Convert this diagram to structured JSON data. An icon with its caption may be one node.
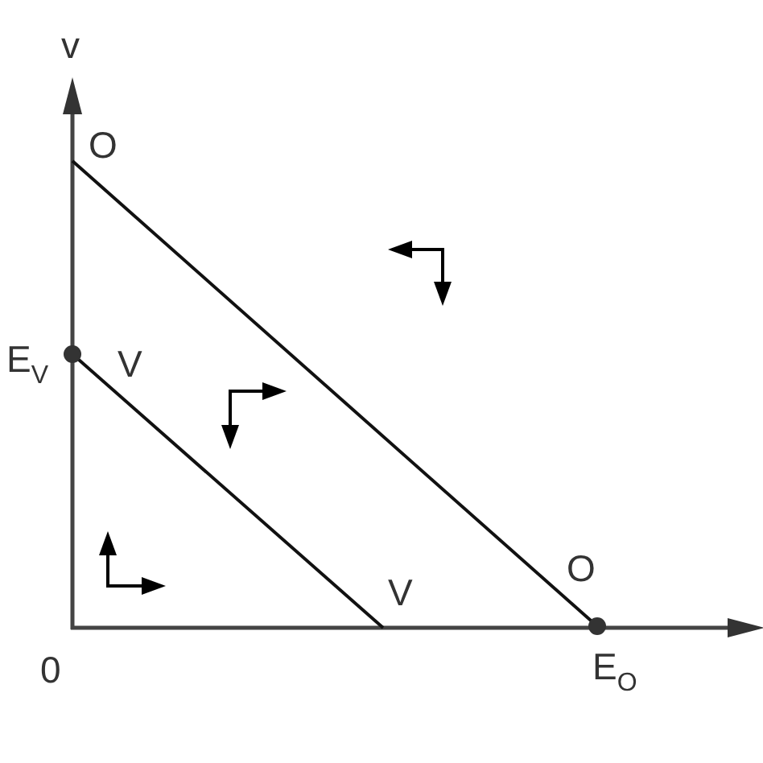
{
  "diagram": {
    "labels": [
      "v",
      "O",
      "E$_{V}$",
      "V",
      "O",
      "V",
      "0",
      "E$_{O}$"
    ]
  }
}
